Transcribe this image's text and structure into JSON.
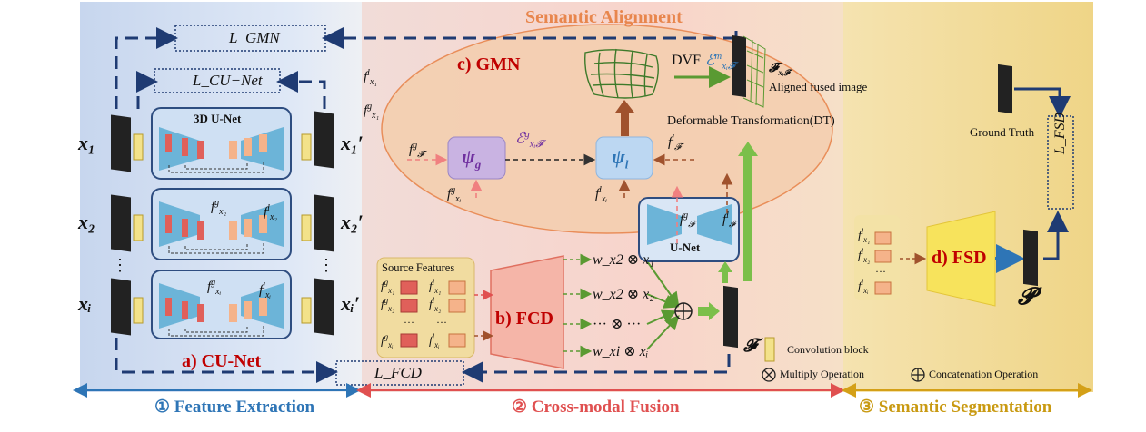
{
  "colors": {
    "feature_bg": "#c9d8ee",
    "fusion_bg": "#f7d9d4",
    "seg_bg": "#f1dc8f",
    "arrow_navy": "#1f3b73",
    "red_text": "#c00000",
    "green": "#5a9a32",
    "blue": "#2e75b6",
    "purple": "#7030a0",
    "orange_title": "#e8864d"
  },
  "sections": {
    "semantic_alignment": "Semantic Alignment",
    "feature_extraction": "① Feature Extraction",
    "cross_modal_fusion": "② Cross-modal Fusion",
    "semantic_segmentation": "③ Semantic Segmentation"
  },
  "modules": {
    "cunet": "a) CU-Net",
    "fcd": "b) FCD",
    "gmn": "c) GMN",
    "fsd": "d) FSD",
    "unet3d": "3D U-Net",
    "unet": "U-Net"
  },
  "losses": {
    "gmn": "L_GMN",
    "cunet": "L_CU−Net",
    "fcd": "L_FCD",
    "fsd": "L_FSD"
  },
  "inputs": [
    "x₁",
    "x₂",
    "⋮",
    "xᵢ"
  ],
  "outputs": [
    "x₁′",
    "x₂′",
    "⋮",
    "xᵢ′"
  ],
  "weights": [
    "w_x2 ⊗ x₁",
    "w_x2 ⊗ x₂",
    "··· ⊗ ···",
    "w_xi ⊗ xᵢ"
  ],
  "texts": {
    "source_features": "Source Features",
    "dvf": "DVF",
    "aligned_fused_image": "Aligned fused image",
    "deformable_transformation": "Deformable Transformation(DT)",
    "ground_truth": "Ground Truth",
    "convolution_block": "Convolution block",
    "multiply_operation": "Multiply Operation",
    "concatenation_operation": "Concatenation Operation",
    "fused_symbol": "𝓕",
    "prediction_symbol": "𝓟"
  },
  "icons": [
    "mri-slice-icon",
    "convolution-block-icon",
    "multiply-icon",
    "concatenation-icon",
    "arrow-icon"
  ]
}
